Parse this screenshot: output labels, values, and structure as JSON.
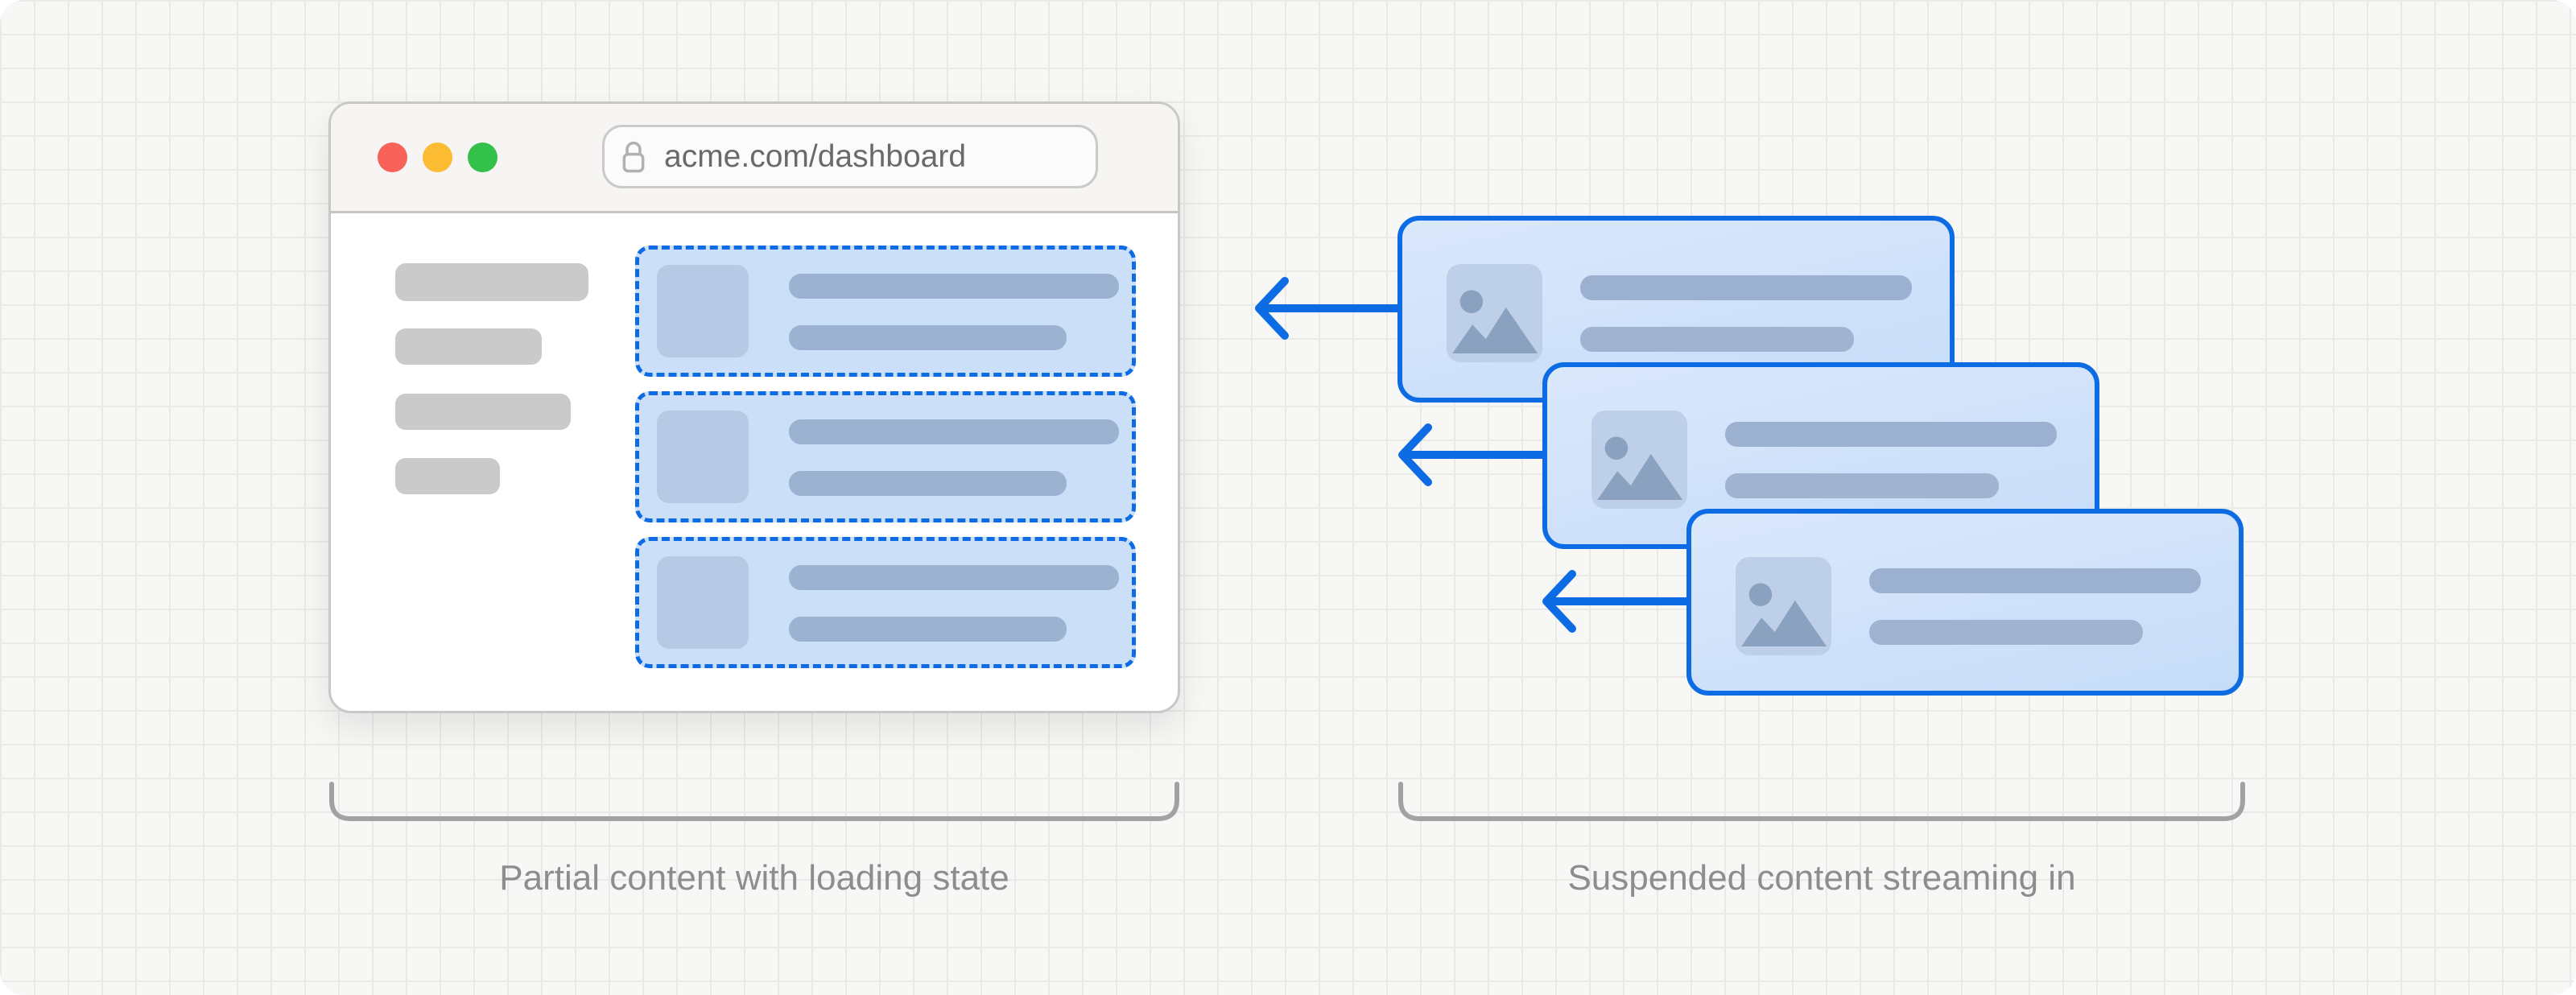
{
  "browser": {
    "url": "acme.com/dashboard",
    "traffic_lights": [
      {
        "name": "close",
        "color": "#f9625b"
      },
      {
        "name": "minimize",
        "color": "#fbbc33"
      },
      {
        "name": "zoom",
        "color": "#33c14a"
      }
    ]
  },
  "captions": {
    "left": "Partial content with loading state",
    "right": "Suspended content streaming in"
  },
  "icons": {
    "lock": "padlock-outline",
    "image": "photo-placeholder",
    "arrow": "arrow-left"
  },
  "colors": {
    "accent_blue": "#0d6ce4",
    "skeleton_card_fill": "#cbdff8",
    "stream_card_fill_top": "#dbe8fc",
    "stream_card_fill_bottom": "#c6dcf8",
    "thumbnail_fill": "#bed0e9",
    "text_line_fill": "#9cb1d0",
    "sidebar_bar_fill": "#cacaca",
    "bracket_gray": "#a2a2a2",
    "caption_text": "#8d8d8d",
    "url_text": "#6a6a6a",
    "background": "#f7f7f5",
    "grid_line": "#e9e9e7"
  },
  "structure": {
    "sidebar_bar_count": 4,
    "skeleton_card_count": 3,
    "stream_card_count": 3,
    "arrow_count": 3
  }
}
